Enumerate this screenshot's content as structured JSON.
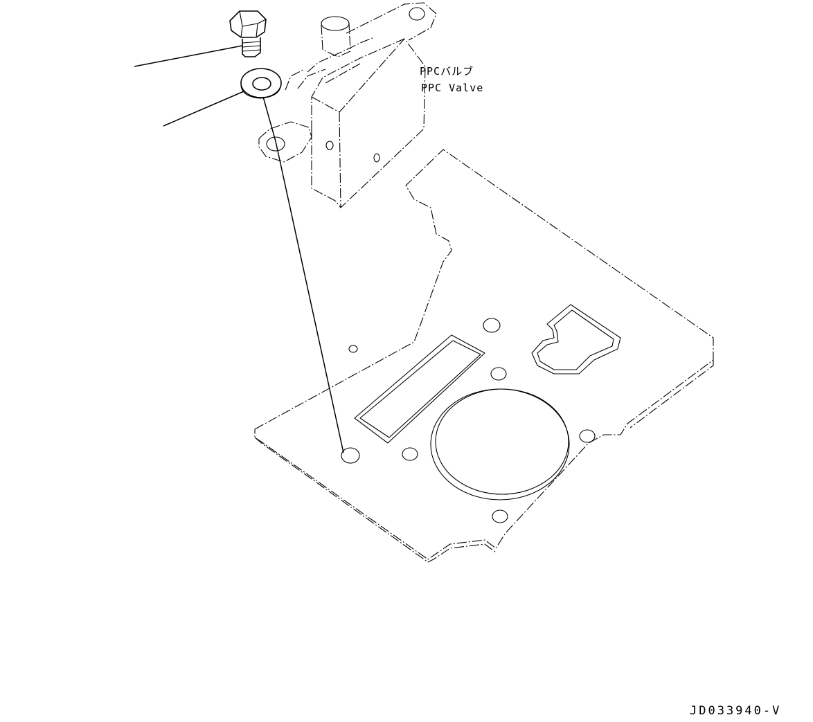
{
  "diagram": {
    "part_label_jp": "PPCバルブ",
    "part_label_en": "PPC Valve",
    "drawing_code": "JD033940-V",
    "parts": [
      "bolt-icon",
      "washer-icon",
      "ppc-valve-icon",
      "mounting-plate-icon"
    ]
  }
}
